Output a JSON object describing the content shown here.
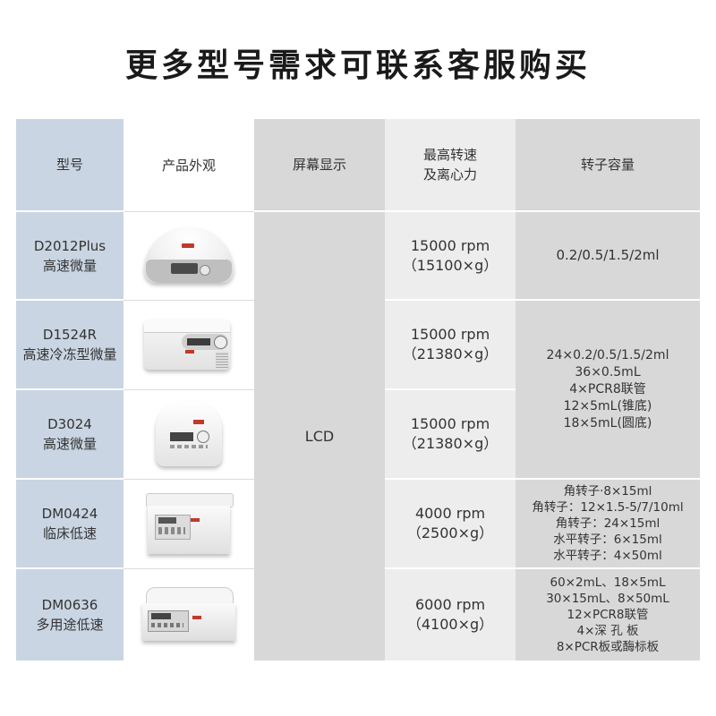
{
  "title": "更多型号需求可联系客服购买",
  "header": {
    "model": "型号",
    "appearance": "产品外观",
    "display": "屏幕显示",
    "speed_line1": "最高转速",
    "speed_line2": "及离心力",
    "capacity": "转子容量"
  },
  "display_value": "LCD",
  "rows": [
    {
      "model": "D2012Plus",
      "type": "高速微量",
      "product_icon": "mini-centrifuge-icon",
      "speed": "15000 rpm",
      "force": "（15100×g）"
    },
    {
      "model": "D1524R",
      "type": "高速冷冻型微量",
      "product_icon": "refrigerated-centrifuge-icon",
      "speed": "15000 rpm",
      "force": "（21380×g）"
    },
    {
      "model": "D3024",
      "type": "高速微量",
      "product_icon": "microcentrifuge-icon",
      "speed": "15000 rpm",
      "force": "（21380×g）"
    },
    {
      "model": "DM0424",
      "type": "临床低速",
      "product_icon": "clinical-centrifuge-icon",
      "speed": "4000 rpm",
      "force": "（2500×g）"
    },
    {
      "model": "DM0636",
      "type": "多用途低速",
      "product_icon": "multipurpose-centrifuge-icon",
      "speed": "6000 rpm",
      "force": "（4100×g）"
    }
  ],
  "capacity": {
    "row1": [
      "0.2/0.5/1.5/2ml"
    ],
    "row23": [
      "24×0.2/0.5/1.5/2ml",
      "36×0.5mL",
      "4×PCR8联管",
      "12×5mL(锥底)",
      "18×5mL(圆底)"
    ],
    "row4": [
      "角转子·8×15ml",
      "角转子：12×1.5-5/7/10ml",
      "角转子：24×15ml",
      "水平转子：6×15ml",
      "水平转子：4×50ml"
    ],
    "row5": [
      "60×2mL、18×5mL",
      "30×15mL、8×50mL",
      "12×PCR8联管",
      "4×深 孔 板",
      "8×PCR板或酶标板"
    ]
  },
  "colors": {
    "model_column": "#c9d5e2",
    "display_column": "#d8d8d8",
    "speed_column": "#ededed",
    "capacity_column": "#d8d8d8",
    "brand_red": "#c0392b"
  }
}
